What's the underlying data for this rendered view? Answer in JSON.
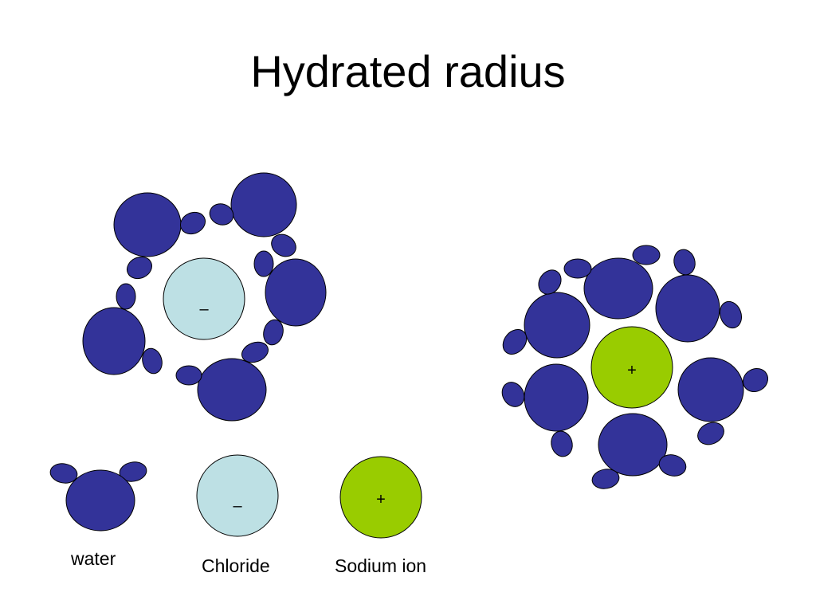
{
  "title": "Hydrated radius",
  "colors": {
    "water": "#333399",
    "chloride": "#bde0e4",
    "sodium": "#99cc00",
    "outline": "#000000"
  },
  "chloride_cluster": {
    "ion_sign": "–"
  },
  "sodium_cluster": {
    "ion_sign": "+"
  },
  "legend": {
    "water_label": "water",
    "chloride_label": "Chloride",
    "chloride_sign": "–",
    "sodium_label": "Sodium ion",
    "sodium_sign": "+"
  }
}
